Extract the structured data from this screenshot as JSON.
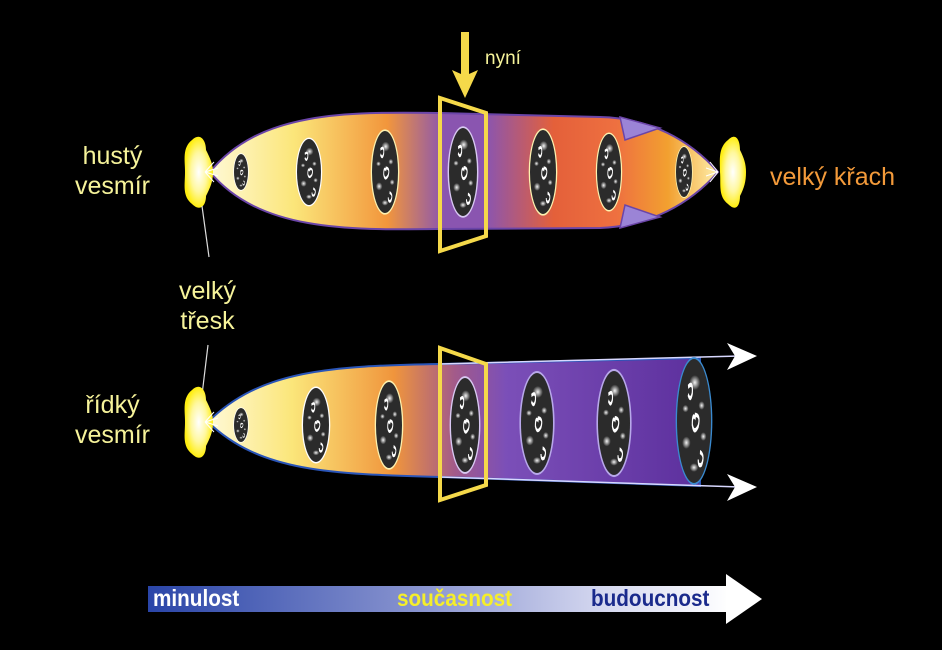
{
  "labels": {
    "dense_universe": [
      "hustý",
      "vesmír"
    ],
    "sparse_universe": [
      "řídký",
      "vesmír"
    ],
    "big_bang": [
      "velký",
      "třesk"
    ],
    "big_crunch": "velký křach",
    "now": "nyní"
  },
  "timeline": {
    "past": "minulost",
    "present": "současnost",
    "future": "budoucnost"
  },
  "colors": {
    "label_yellow": "#f6f39a",
    "label_orange": "#f39a3a",
    "frame_yellow": "#f5d94a",
    "purple": "#6a3fb0",
    "past_blue": "#1f3d9c",
    "future_blue": "#1a2a8c",
    "present_yellow": "#f5ee2a"
  }
}
